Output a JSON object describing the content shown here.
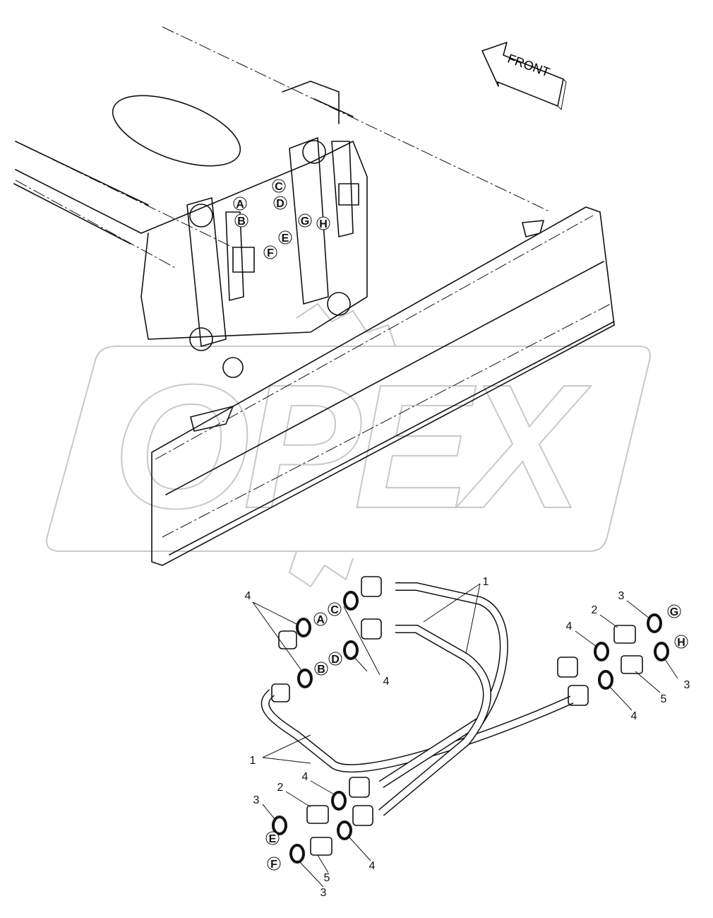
{
  "watermark": {
    "text": "OPEX",
    "color": "#c8c8c8"
  },
  "direction_label": "FRONT",
  "connection_letters_top": [
    "A",
    "B",
    "C",
    "D",
    "E",
    "F",
    "G",
    "H"
  ],
  "callouts": [
    {
      "label": "4",
      "circled": false
    },
    {
      "label": "A",
      "circled": true
    },
    {
      "label": "C",
      "circled": true
    },
    {
      "label": "B",
      "circled": true
    },
    {
      "label": "D",
      "circled": true
    },
    {
      "label": "4",
      "circled": false
    },
    {
      "label": "1",
      "circled": false
    },
    {
      "label": "1",
      "circled": false
    },
    {
      "label": "3",
      "circled": false
    },
    {
      "label": "G",
      "circled": true
    },
    {
      "label": "2",
      "circled": false
    },
    {
      "label": "4",
      "circled": false
    },
    {
      "label": "H",
      "circled": true
    },
    {
      "label": "3",
      "circled": false
    },
    {
      "label": "5",
      "circled": false
    },
    {
      "label": "4",
      "circled": false
    },
    {
      "label": "4",
      "circled": false
    },
    {
      "label": "2",
      "circled": false
    },
    {
      "label": "3",
      "circled": false
    },
    {
      "label": "E",
      "circled": true
    },
    {
      "label": "F",
      "circled": true
    },
    {
      "label": "3",
      "circled": false
    },
    {
      "label": "5",
      "circled": false
    },
    {
      "label": "4",
      "circled": false
    }
  ]
}
